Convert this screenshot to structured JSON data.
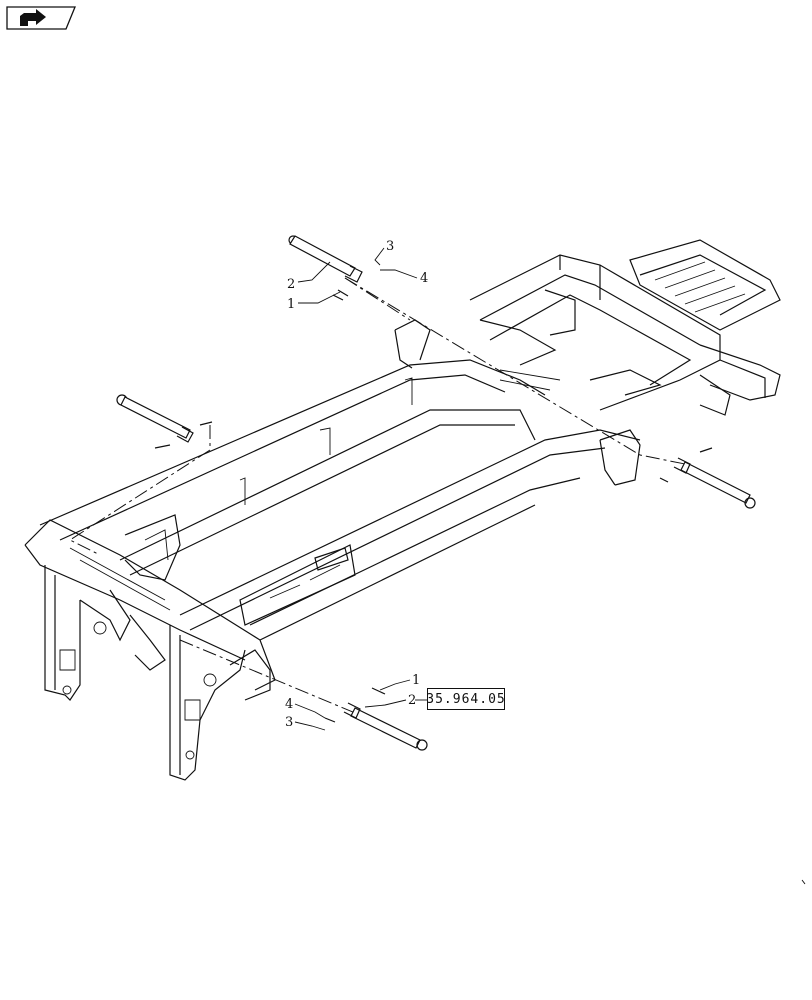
{
  "nav": {
    "icon": "arrow-back-icon"
  },
  "reference": {
    "label": "35.964.05"
  },
  "callouts": {
    "top_3": "3",
    "top_4": "4",
    "top_2": "2",
    "top_1": "1",
    "bottom_1": "1",
    "bottom_2": "2",
    "bottom_4": "4",
    "bottom_3": "3"
  }
}
